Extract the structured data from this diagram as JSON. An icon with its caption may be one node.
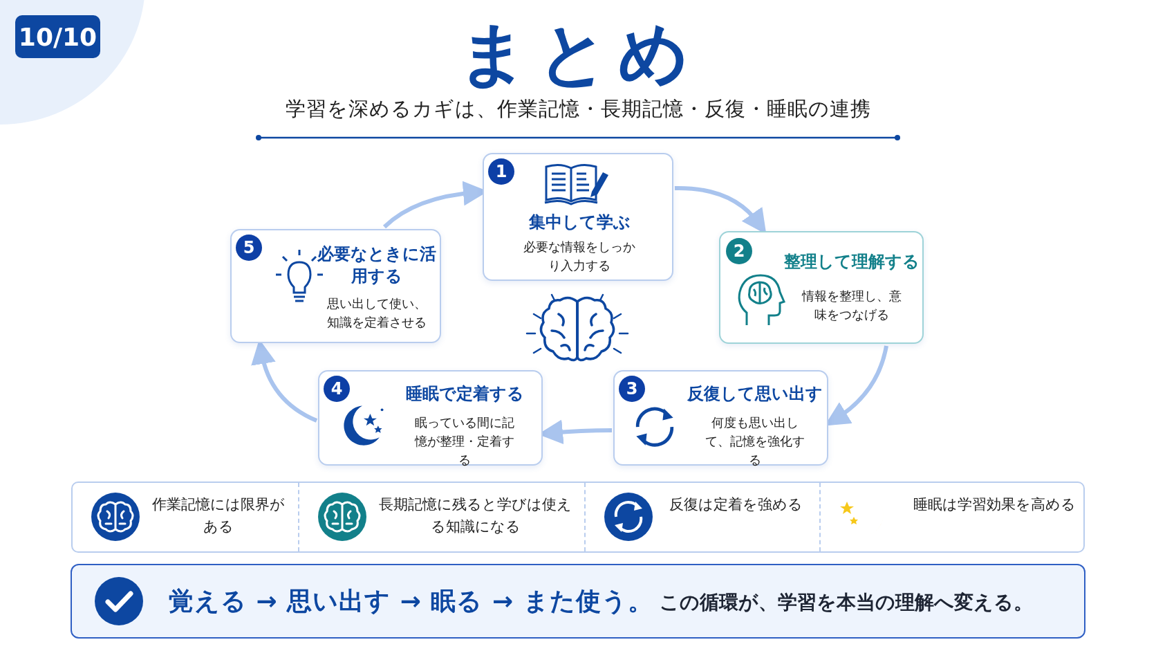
{
  "diagram": {
    "title": "まとめ",
    "nodes": [
      {
        "text": [
          "1",
          "集中して学ぶ",
          "必要な情報をしっかり入力する"
        ]
      },
      {
        "text": [
          "2",
          "整理して理解する",
          "情報を整理し、意味をつなげる"
        ]
      },
      {
        "text": [
          "3",
          "反復して思い出す",
          "何度も思い出して、記憶を強化する"
        ]
      },
      {
        "text": [
          "4",
          "睡眠で定着する",
          "眠っている間に記憶が整理・定着する"
        ]
      },
      {
        "text": [
          "5",
          "必要なときに活用する",
          "思い出して使い、知識を定着させる"
        ]
      },
      {
        "text": [
          "作業記憶には限界がある"
        ]
      },
      {
        "text": [
          "長期記憶に残ると学びは使える知識になる"
        ]
      },
      {
        "text": [
          "反復は定着を強める"
        ]
      },
      {
        "text": [
          "睡眠は学習効果を高める"
        ]
      },
      {
        "text": [
          "覚える → 思い出す → 眠る → また使う。",
          "この循環が、学習を本当の理解へ変える。"
        ]
      }
    ],
    "edges": [
      {
        "from": 0,
        "to": 1,
        "arrow": "to"
      },
      {
        "from": 1,
        "to": 2,
        "arrow": "to"
      },
      {
        "from": 2,
        "to": 3,
        "arrow": "to"
      },
      {
        "from": 3,
        "to": 4,
        "arrow": "to"
      },
      {
        "from": 4,
        "to": 0,
        "arrow": "to"
      }
    ],
    "labels": [
      "10/10",
      "学習を深めるカギは、作業記憶・長期記憶・反復・睡眠の連携"
    ]
  }
}
